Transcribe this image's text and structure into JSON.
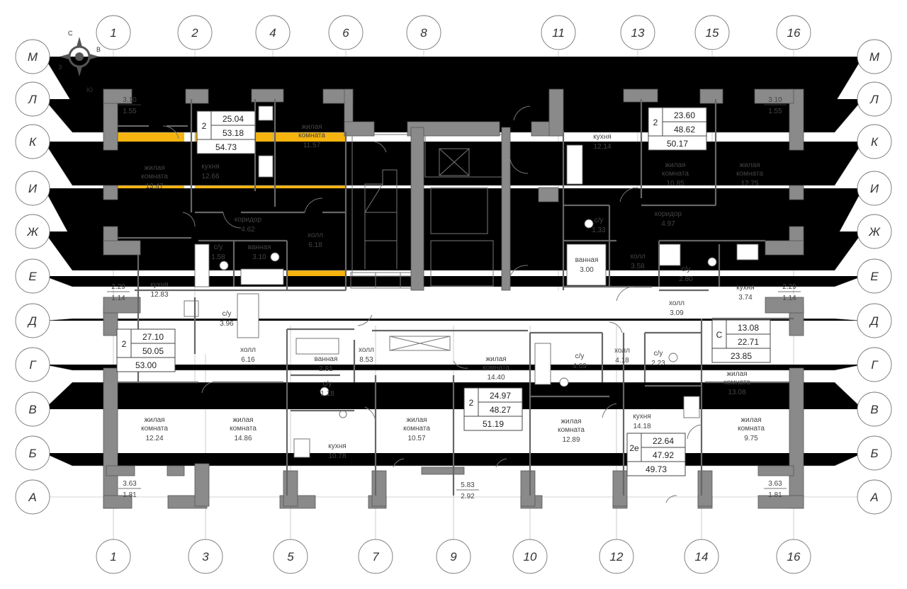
{
  "compass": {
    "n": "С",
    "e": "В",
    "s": "Ю",
    "w": "З"
  },
  "axes_top": [
    "1",
    "2",
    "4",
    "6",
    "8",
    "11",
    "13",
    "15",
    "16"
  ],
  "axes_bottom": [
    "1",
    "3",
    "5",
    "7",
    "9",
    "10",
    "12",
    "14",
    "16"
  ],
  "axes_rows": [
    "М",
    "Л",
    "К",
    "И",
    "Ж",
    "Е",
    "Д",
    "Г",
    "В",
    "Б",
    "А"
  ],
  "colors": {
    "highlight": "#f5b40f",
    "wall": "#8a8a8a"
  },
  "rooms": [
    {
      "id": "r1",
      "name": "жилая\nкомната",
      "area": "13.47"
    },
    {
      "id": "r2",
      "name": "кухня",
      "area": "12.66"
    },
    {
      "id": "r3",
      "name": "жилая\nкомната",
      "area": "11.57"
    },
    {
      "id": "r4",
      "name": "коридор",
      "area": "4.62"
    },
    {
      "id": "r5",
      "name": "с/у",
      "area": "1.58"
    },
    {
      "id": "r6",
      "name": "ванная",
      "area": "3.10"
    },
    {
      "id": "r7",
      "name": "холл",
      "area": "6.18"
    },
    {
      "id": "r8",
      "name": "кухня",
      "area": "12.83"
    },
    {
      "id": "r9",
      "name": "с/у",
      "area": "3.96"
    },
    {
      "id": "r10",
      "name": "холл",
      "area": "6.16"
    },
    {
      "id": "r11",
      "name": "жилая\nкомната",
      "area": "12.24"
    },
    {
      "id": "r12",
      "name": "жилая\nкомната",
      "area": "14.86"
    },
    {
      "id": "r13",
      "name": "ванная",
      "area": "2.81"
    },
    {
      "id": "r14",
      "name": "холл",
      "area": "8.53"
    },
    {
      "id": "r15",
      "name": "с/у",
      "area": "1.18"
    },
    {
      "id": "r16",
      "name": "кухня",
      "area": "10.78"
    },
    {
      "id": "r17",
      "name": "жилая\nкомната",
      "area": "10.57"
    },
    {
      "id": "r18",
      "name": "жилая\nкомната",
      "area": "14.40"
    },
    {
      "id": "r19",
      "name": "кухня",
      "area": "12.14"
    },
    {
      "id": "r20",
      "name": "жилая\nкомната",
      "area": "10.85"
    },
    {
      "id": "r21",
      "name": "жилая\nкомната",
      "area": "12.75"
    },
    {
      "id": "r22",
      "name": "коридор",
      "area": "4.97"
    },
    {
      "id": "r23",
      "name": "с/у",
      "area": "1.33"
    },
    {
      "id": "r24",
      "name": "ванная",
      "area": "3.00"
    },
    {
      "id": "r25",
      "name": "холл",
      "area": "3.58"
    },
    {
      "id": "r26",
      "name": "с/у",
      "area": "2.80"
    },
    {
      "id": "r27",
      "name": "кухня",
      "area": "3.74"
    },
    {
      "id": "r28",
      "name": "холл",
      "area": "3.09"
    },
    {
      "id": "r29",
      "name": "с/у",
      "area": "4.69"
    },
    {
      "id": "r30",
      "name": "холл",
      "area": "4.18"
    },
    {
      "id": "r31",
      "name": "с/у",
      "area": "2.23"
    },
    {
      "id": "r32",
      "name": "жилая\nкомната",
      "area": "13.08"
    },
    {
      "id": "r33",
      "name": "жилая\nкомната",
      "area": "12.89"
    },
    {
      "id": "r34",
      "name": "кухня",
      "area": "14.18"
    },
    {
      "id": "r35",
      "name": "жилая\nкомната",
      "area": "9.75"
    }
  ],
  "apartments": [
    {
      "id": "a1",
      "type": "2",
      "living": "25.04",
      "total": "53.18",
      "full": "54.73"
    },
    {
      "id": "a2",
      "type": "2",
      "living": "27.10",
      "total": "50.05",
      "full": "53.00"
    },
    {
      "id": "a3",
      "type": "2",
      "living": "24.97",
      "total": "48.27",
      "full": "51.19"
    },
    {
      "id": "a4",
      "type": "2",
      "living": "23.60",
      "total": "48.62",
      "full": "50.17"
    },
    {
      "id": "a5",
      "type": "С",
      "living": "13.08",
      "total": "22.71",
      "full": "23.85"
    },
    {
      "id": "a6",
      "type": "2е",
      "living": "22.64",
      "total": "47.92",
      "full": "49.73"
    }
  ],
  "balconies": [
    {
      "id": "b1",
      "a": "3.10",
      "b": "1.55"
    },
    {
      "id": "b2",
      "a": "2.29",
      "b": "1.14"
    },
    {
      "id": "b3",
      "a": "3.63",
      "b": "1.81"
    },
    {
      "id": "b4",
      "a": "5.83",
      "b": "2.92"
    },
    {
      "id": "b5",
      "a": "3.10",
      "b": "1.55"
    },
    {
      "id": "b6",
      "a": "2.29",
      "b": "1.14"
    },
    {
      "id": "b7",
      "a": "3.63",
      "b": "1.81"
    }
  ]
}
